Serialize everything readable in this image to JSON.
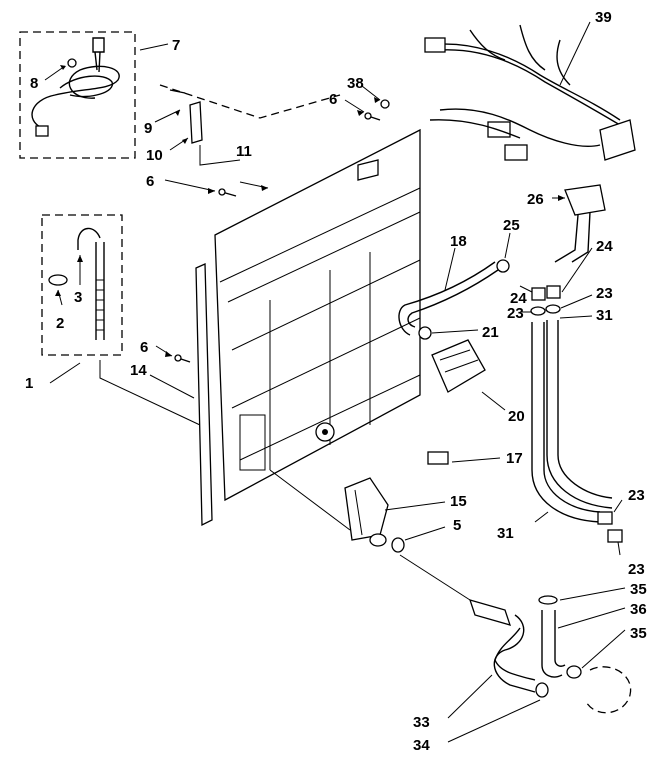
{
  "diagram": {
    "callouts": [
      {
        "id": "c1",
        "text": "1"
      },
      {
        "id": "c2",
        "text": "2"
      },
      {
        "id": "c3",
        "text": "3"
      },
      {
        "id": "c5",
        "text": "5"
      },
      {
        "id": "c6a",
        "text": "6"
      },
      {
        "id": "c6b",
        "text": "6"
      },
      {
        "id": "c6c",
        "text": "6"
      },
      {
        "id": "c7",
        "text": "7"
      },
      {
        "id": "c8",
        "text": "8"
      },
      {
        "id": "c9",
        "text": "9"
      },
      {
        "id": "c10",
        "text": "10"
      },
      {
        "id": "c11",
        "text": "11"
      },
      {
        "id": "c14",
        "text": "14"
      },
      {
        "id": "c15",
        "text": "15"
      },
      {
        "id": "c17",
        "text": "17"
      },
      {
        "id": "c18",
        "text": "18"
      },
      {
        "id": "c20",
        "text": "20"
      },
      {
        "id": "c21",
        "text": "21"
      },
      {
        "id": "c23a",
        "text": "23"
      },
      {
        "id": "c23b",
        "text": "23"
      },
      {
        "id": "c23c",
        "text": "23"
      },
      {
        "id": "c23d",
        "text": "23"
      },
      {
        "id": "c24a",
        "text": "24"
      },
      {
        "id": "c24b",
        "text": "24"
      },
      {
        "id": "c25",
        "text": "25"
      },
      {
        "id": "c26",
        "text": "26"
      },
      {
        "id": "c31a",
        "text": "31"
      },
      {
        "id": "c31b",
        "text": "31"
      },
      {
        "id": "c33",
        "text": "33"
      },
      {
        "id": "c34",
        "text": "34"
      },
      {
        "id": "c35a",
        "text": "35"
      },
      {
        "id": "c35b",
        "text": "35"
      },
      {
        "id": "c36",
        "text": "36"
      },
      {
        "id": "c38",
        "text": "38"
      },
      {
        "id": "c39",
        "text": "39"
      }
    ]
  }
}
